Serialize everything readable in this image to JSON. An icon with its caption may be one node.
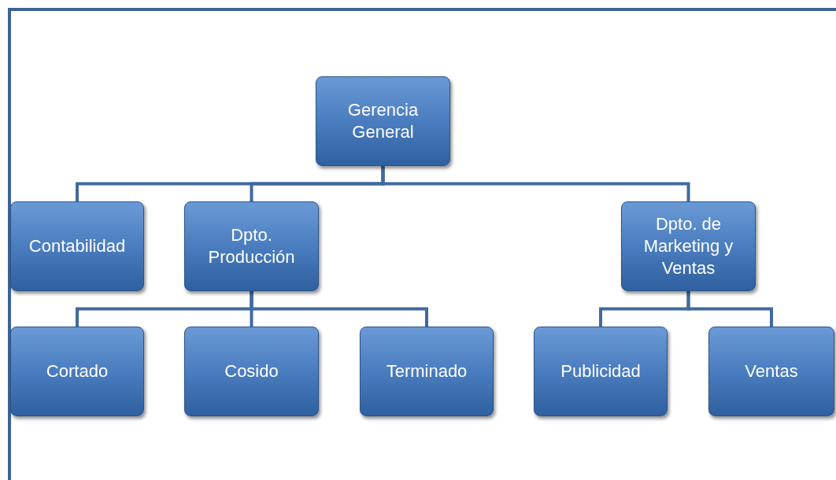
{
  "diagram": {
    "nodes": [
      {
        "text": [
          "Gerencia General"
        ]
      },
      {
        "text": [
          "Contabilidad"
        ]
      },
      {
        "text": [
          "Dpto. Producción"
        ]
      },
      {
        "text": [
          "Dpto. de Marketing y Ventas"
        ]
      },
      {
        "text": [
          "Cortado"
        ]
      },
      {
        "text": [
          "Cosido"
        ]
      },
      {
        "text": [
          "Terminado"
        ]
      },
      {
        "text": [
          "Publicidad"
        ]
      },
      {
        "text": [
          "Ventas"
        ]
      }
    ],
    "edges": [
      {
        "from": 0,
        "to": 1,
        "arrow": "none"
      },
      {
        "from": 0,
        "to": 2,
        "arrow": "none"
      },
      {
        "from": 0,
        "to": 3,
        "arrow": "none"
      },
      {
        "from": 2,
        "to": 4,
        "arrow": "none"
      },
      {
        "from": 2,
        "to": 5,
        "arrow": "none"
      },
      {
        "from": 2,
        "to": 6,
        "arrow": "none"
      },
      {
        "from": 3,
        "to": 7,
        "arrow": "none"
      },
      {
        "from": 3,
        "to": 8,
        "arrow": "none"
      }
    ]
  }
}
